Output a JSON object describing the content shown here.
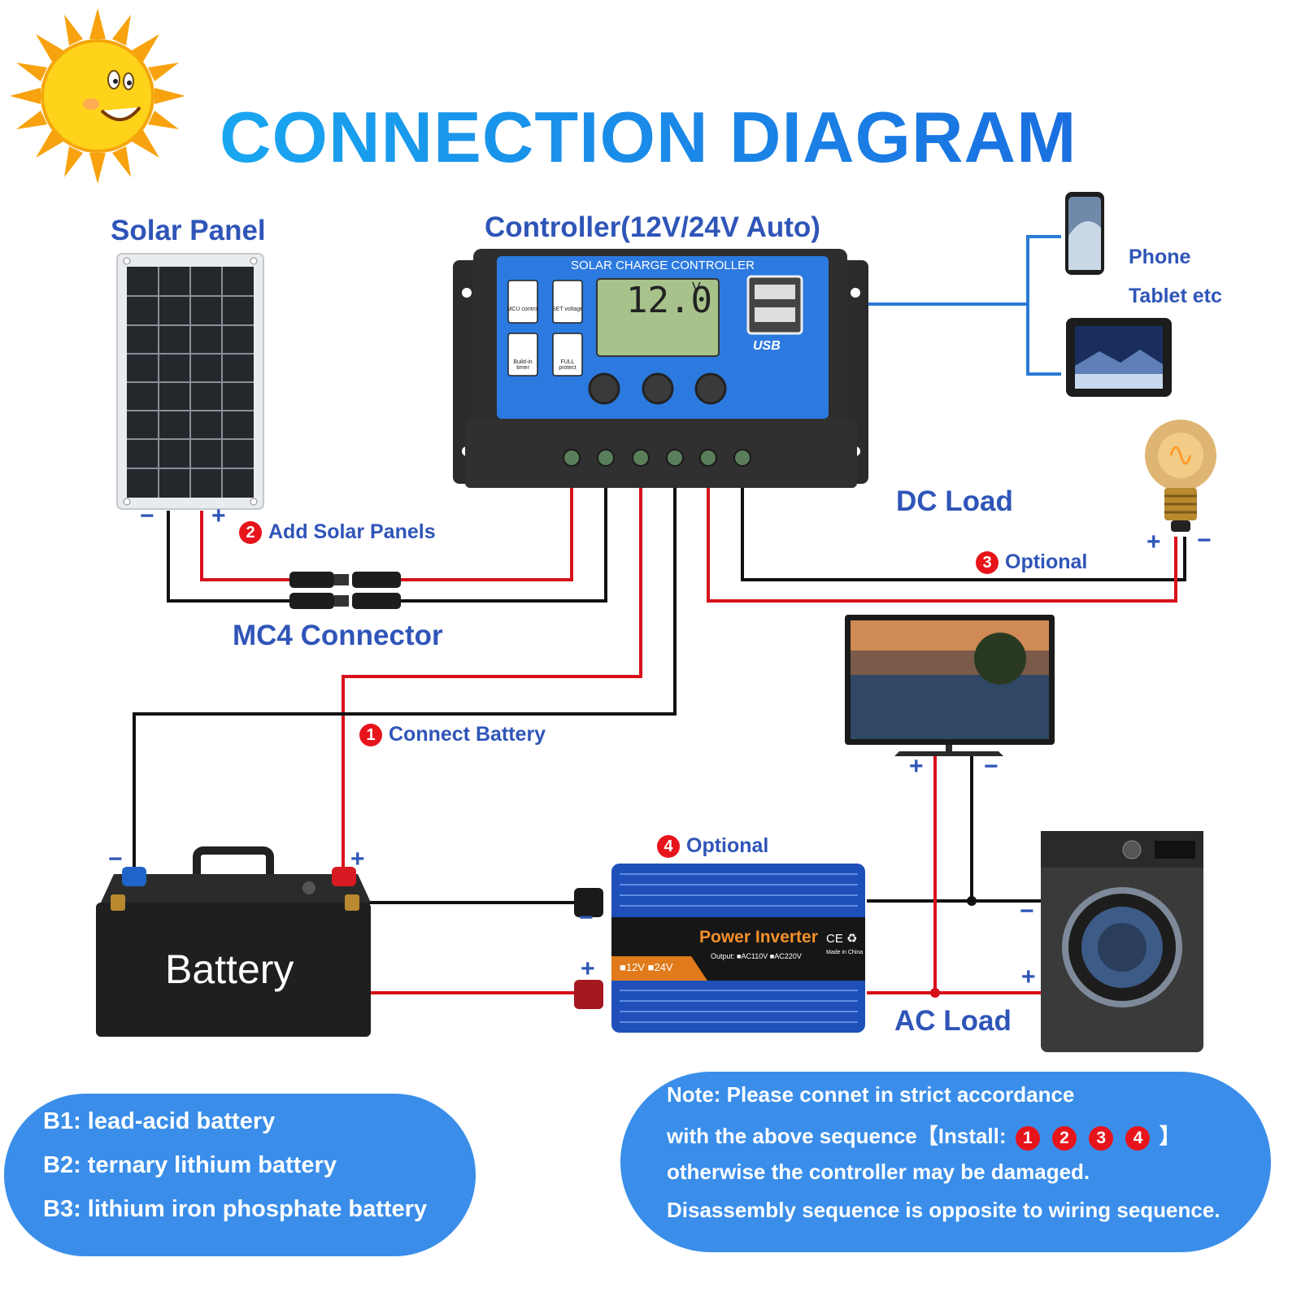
{
  "title": "CONNECTION DIAGRAM",
  "labels": {
    "solar_panel": "Solar Panel",
    "controller": "Controller(12V/24V Auto)",
    "phone": "Phone",
    "tablet": "Tablet etc",
    "dc_load": "DC Load",
    "ac_load": "AC Load",
    "mc4_connector": "MC4 Connector",
    "battery": "Battery"
  },
  "steps": {
    "step1": {
      "num": "1",
      "label": "Connect Battery"
    },
    "step2": {
      "num": "2",
      "label": "Add Solar Panels"
    },
    "step3": {
      "num": "3",
      "label": "Optional"
    },
    "step4": {
      "num": "4",
      "label": "Optional"
    }
  },
  "controller": {
    "header": "SOLAR CHARGE CONTROLLER",
    "display": "12.0",
    "display_unit": "V",
    "icons": [
      "MCU control",
      "SET voltage",
      "Build-in timer",
      "FULL protect"
    ],
    "usb": "USB"
  },
  "inverter": {
    "name": "Power Inverter",
    "voltages": "■12V ■24V",
    "output": "Output: ■AC110V ■AC220V",
    "marks": "CE ♻",
    "made": "Made in China"
  },
  "polarity": {
    "plus": "+",
    "minus": "−"
  },
  "battery_types": [
    "B1: lead-acid battery",
    "B2: ternary lithium battery",
    "B3: lithium iron phosphate battery"
  ],
  "note": {
    "line1": "Note: Please connet in strict accordance",
    "line2_prefix": "with the above sequence【Install:",
    "line2_nums": [
      "1",
      "2",
      "3",
      "4"
    ],
    "line2_suffix": "】",
    "line3": "otherwise the controller may be damaged.",
    "line4": "Disassembly sequence is opposite to wiring sequence."
  },
  "colors": {
    "title": "#1a8fe8",
    "label": "#2f55b8",
    "wire_red": "#d8101c",
    "wire_black": "#111111",
    "box": "#3a8eea",
    "badge": "#e8141b"
  }
}
